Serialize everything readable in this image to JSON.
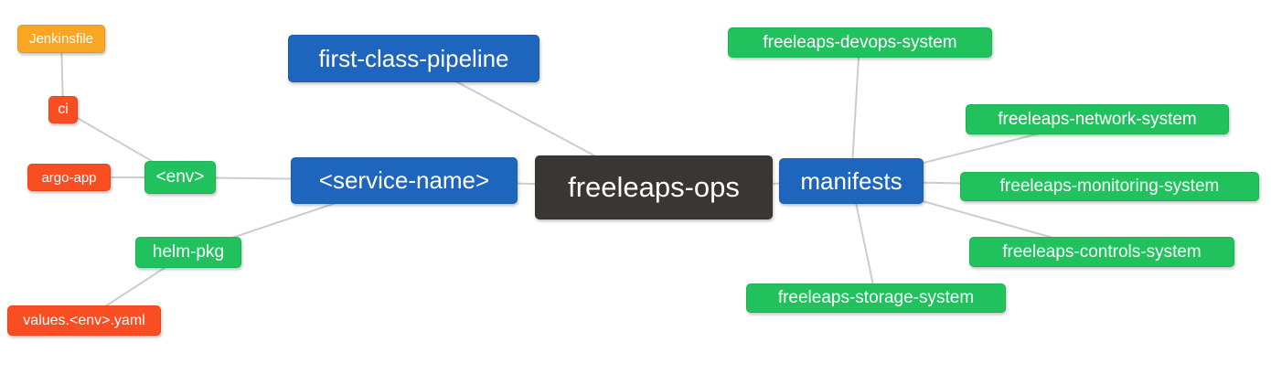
{
  "diagram": {
    "type": "mindmap",
    "background_color": "#ffffff",
    "edge_color": "#cccccc",
    "palette": {
      "root_dark": "#3a3633",
      "branch_blue": "#1e65bd",
      "sub_green": "#21c25e",
      "leaf_red": "#f94d22",
      "leaf_orange": "#f9a623",
      "text": "#ffffff"
    },
    "nodes": [
      {
        "id": "jenkinsfile",
        "label": "Jenkinsfile",
        "color": "#f9a623"
      },
      {
        "id": "ci",
        "label": "ci",
        "color": "#f94d22"
      },
      {
        "id": "argo-app",
        "label": "argo-app",
        "color": "#f94d22"
      },
      {
        "id": "env",
        "label": "<env>",
        "color": "#21c25e"
      },
      {
        "id": "service-name",
        "label": "<service-name>",
        "color": "#1e65bd"
      },
      {
        "id": "first-class-pipeline",
        "label": "first-class-pipeline",
        "color": "#1e65bd"
      },
      {
        "id": "freeleaps-ops",
        "label": "freeleaps-ops",
        "color": "#3a3633"
      },
      {
        "id": "manifests",
        "label": "manifests",
        "color": "#1e65bd"
      },
      {
        "id": "freeleaps-devops-system",
        "label": "freeleaps-devops-system",
        "color": "#21c25e"
      },
      {
        "id": "freeleaps-network-system",
        "label": "freeleaps-network-system",
        "color": "#21c25e"
      },
      {
        "id": "freeleaps-monitoring-system",
        "label": "freeleaps-monitoring-system",
        "color": "#21c25e"
      },
      {
        "id": "freeleaps-controls-system",
        "label": "freeleaps-controls-system",
        "color": "#21c25e"
      },
      {
        "id": "freeleaps-storage-system",
        "label": "freeleaps-storage-system",
        "color": "#21c25e"
      },
      {
        "id": "helm-pkg",
        "label": "helm-pkg",
        "color": "#21c25e"
      },
      {
        "id": "values-env-yaml",
        "label": "values.<env>.yaml",
        "color": "#f94d22"
      }
    ],
    "edges": [
      {
        "from": "jenkinsfile",
        "to": "ci"
      },
      {
        "from": "ci",
        "to": "env"
      },
      {
        "from": "argo-app",
        "to": "env"
      },
      {
        "from": "env",
        "to": "service-name"
      },
      {
        "from": "service-name",
        "to": "freeleaps-ops"
      },
      {
        "from": "first-class-pipeline",
        "to": "freeleaps-ops"
      },
      {
        "from": "service-name",
        "to": "helm-pkg"
      },
      {
        "from": "helm-pkg",
        "to": "values-env-yaml"
      },
      {
        "from": "freeleaps-ops",
        "to": "manifests"
      },
      {
        "from": "manifests",
        "to": "freeleaps-devops-system"
      },
      {
        "from": "manifests",
        "to": "freeleaps-network-system"
      },
      {
        "from": "manifests",
        "to": "freeleaps-monitoring-system"
      },
      {
        "from": "manifests",
        "to": "freeleaps-controls-system"
      },
      {
        "from": "manifests",
        "to": "freeleaps-storage-system"
      }
    ]
  }
}
